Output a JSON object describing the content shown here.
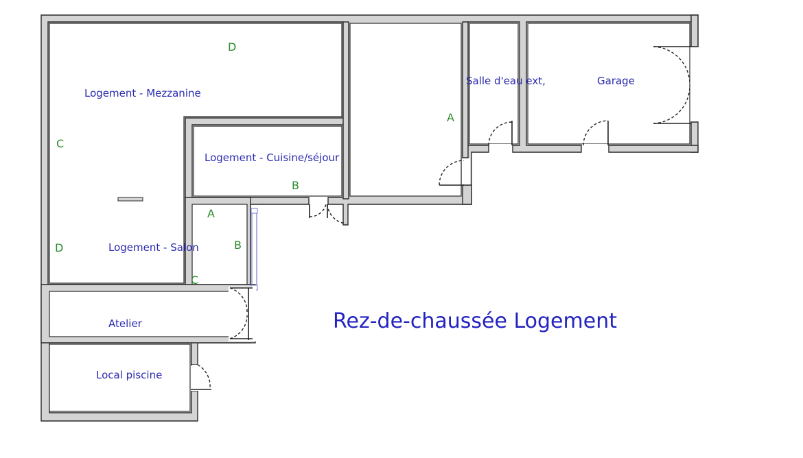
{
  "plan": {
    "title": "Rez-de-chaussée Logement",
    "rooms": {
      "mezzanine": "Logement - Mezzanine",
      "cuisine": "Logement - Cuisine/séjour",
      "salon": "Logement - Salon",
      "atelier": "Atelier",
      "piscine": "Local piscine",
      "salle_eau": "Salle d'eau ext,",
      "garage": "Garage"
    },
    "wall_letters": {
      "mezzanine_d_top": "D",
      "mezzanine_c_left": "C",
      "mezzanine_d_left": "D",
      "cuisine_b": "B",
      "corridor_a": "A",
      "salon_a": "A",
      "salon_b": "B",
      "salon_c": "C"
    }
  }
}
